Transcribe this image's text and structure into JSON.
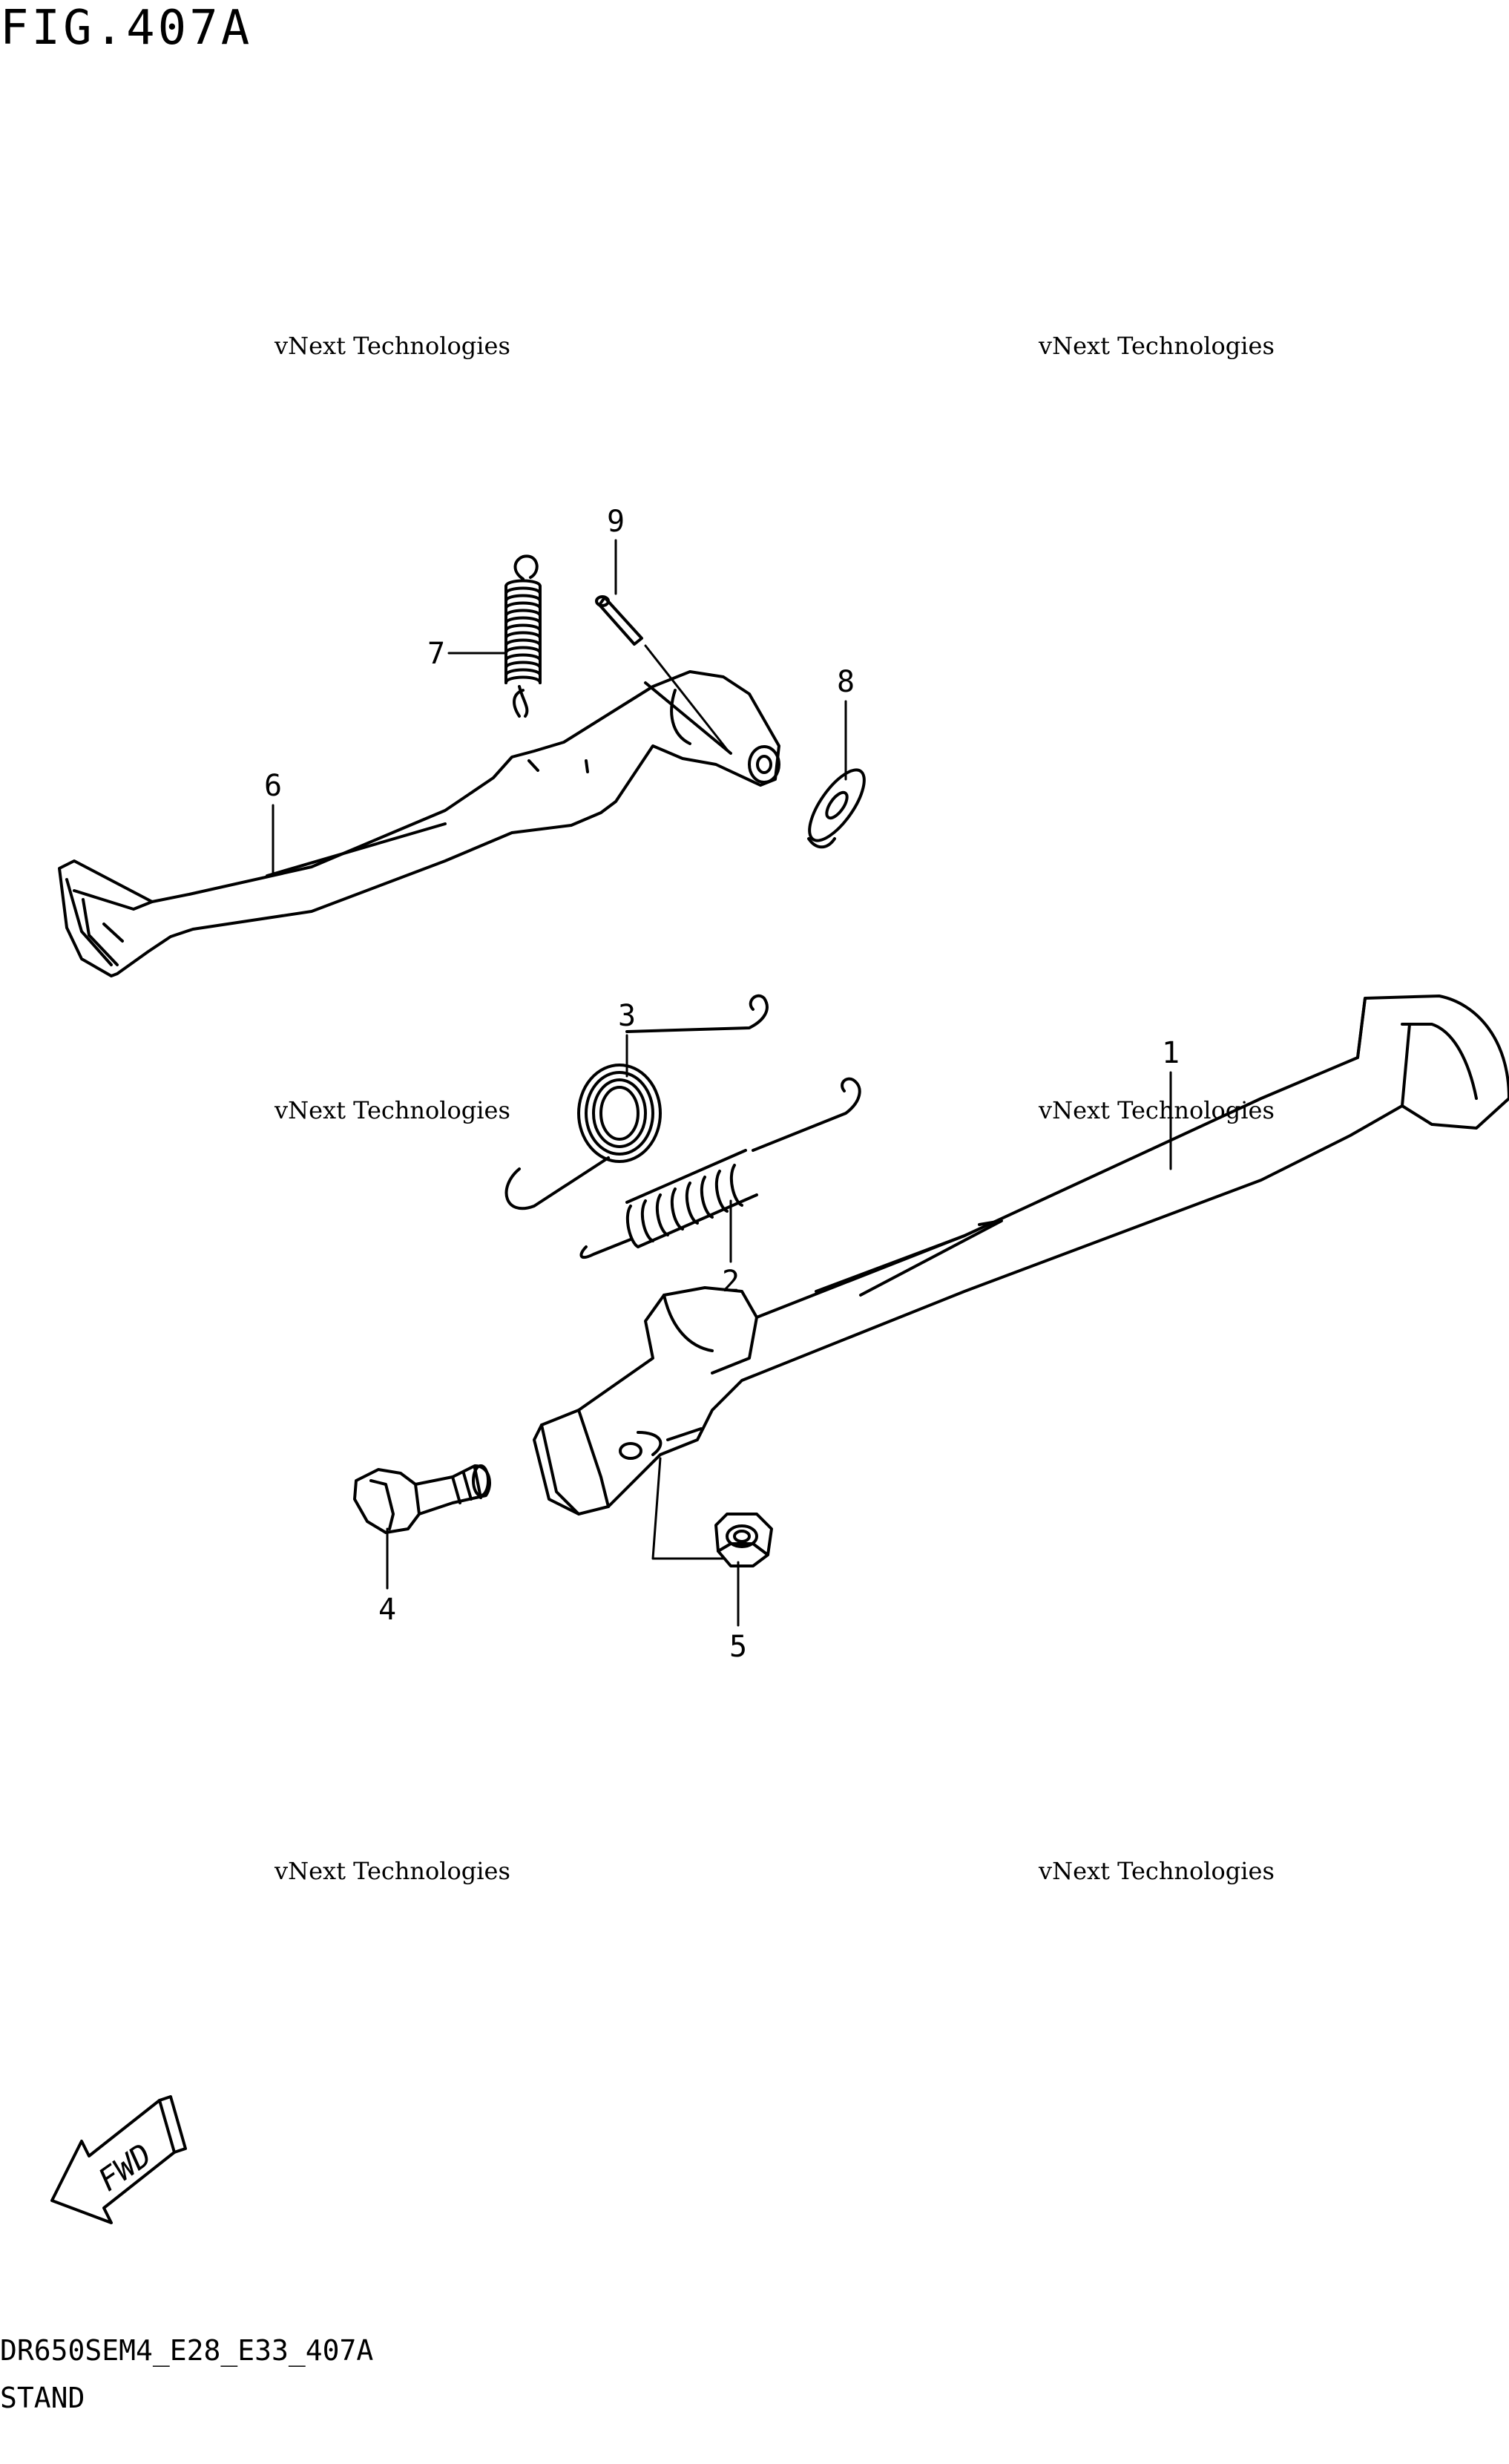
{
  "figure": {
    "title": "FIG.407A",
    "code": "DR650SEM4_E28_E33_407A",
    "caption": "STAND"
  },
  "watermark": {
    "line1": "vNext Technologies",
    "line2": "Technologies"
  },
  "callouts": [
    "1",
    "2",
    "3",
    "4",
    "5",
    "6",
    "7",
    "8",
    "9"
  ],
  "direction_marker": "FWD",
  "colors": {
    "ink": "#000000",
    "paper": "#ffffff",
    "watermark": "#e3e3e3"
  }
}
